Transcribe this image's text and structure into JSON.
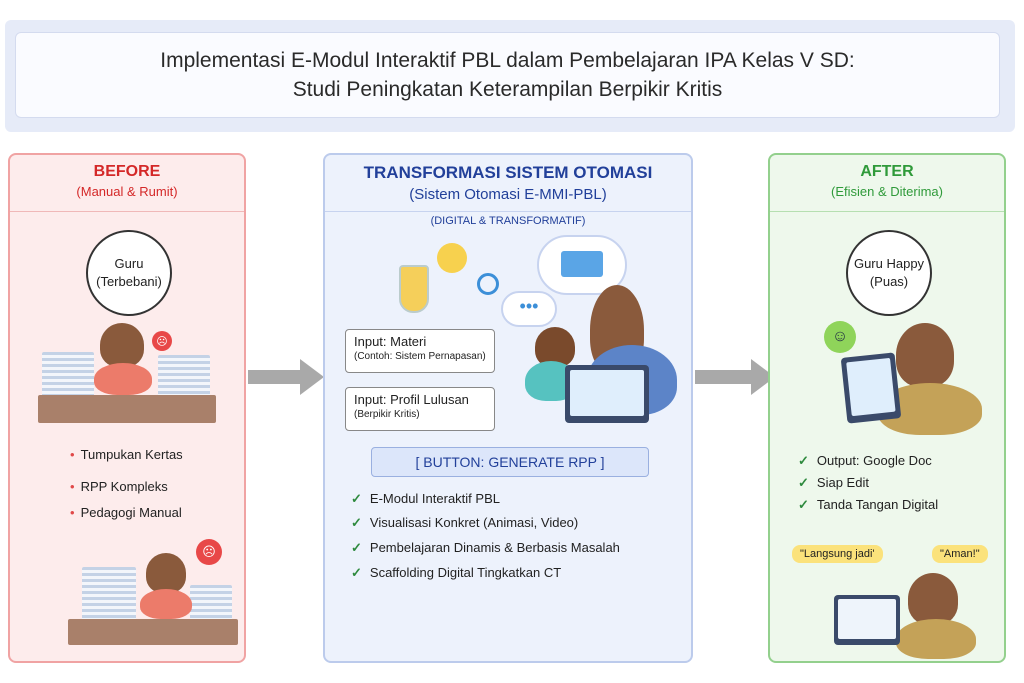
{
  "title": {
    "line1": "Implementasi E-Modul Interaktif PBL dalam Pembelajaran IPA Kelas V SD:",
    "line2": "Studi Peningkatan Keterampilan Berpikir Kritis"
  },
  "before": {
    "title": "BEFORE",
    "subtitle": "(Manual & Rumit)",
    "circle_line1": "Guru",
    "circle_line2": "(Terbebani)",
    "bullets": [
      "Tumpukan Kertas",
      "RPP Kompleks",
      "Pedagogi Manual"
    ]
  },
  "middle": {
    "title": "TRANSFORMASI SISTEM OTOMASI",
    "subtitle": "(Sistem Otomasi E-MMI-PBL)",
    "tagline": "(DIGITAL & TRANSFORMATIF)",
    "input1": {
      "label": "Input: Materi",
      "detail": "(Contoh: Sistem Pernapasan)"
    },
    "input2": {
      "label": "Input: Profil Lulusan",
      "detail": "(Berpikir Kritis)"
    },
    "button": "[ BUTTON: GENERATE RPP ]",
    "checks": [
      "E-Modul Interaktif PBL",
      "Visualisasi Konkret (Animasi, Video)",
      "Pembelajaran Dinamis & Berbasis Masalah",
      "Scaffolding Digital Tingkatkan CT"
    ]
  },
  "after": {
    "title": "AFTER",
    "subtitle": "(Efisien & Diterima)",
    "circle_line1": "Guru Happy",
    "circle_line2": "(Puas)",
    "checks": [
      "Output: Google Doc",
      "Siap Edit",
      "Tanda Tangan Digital"
    ],
    "bubble1": "\"Langsung jadi'",
    "bubble2": "\"Aman!\""
  },
  "colors": {
    "before": "#d42828",
    "middle": "#22409a",
    "after": "#2f9a3a"
  }
}
